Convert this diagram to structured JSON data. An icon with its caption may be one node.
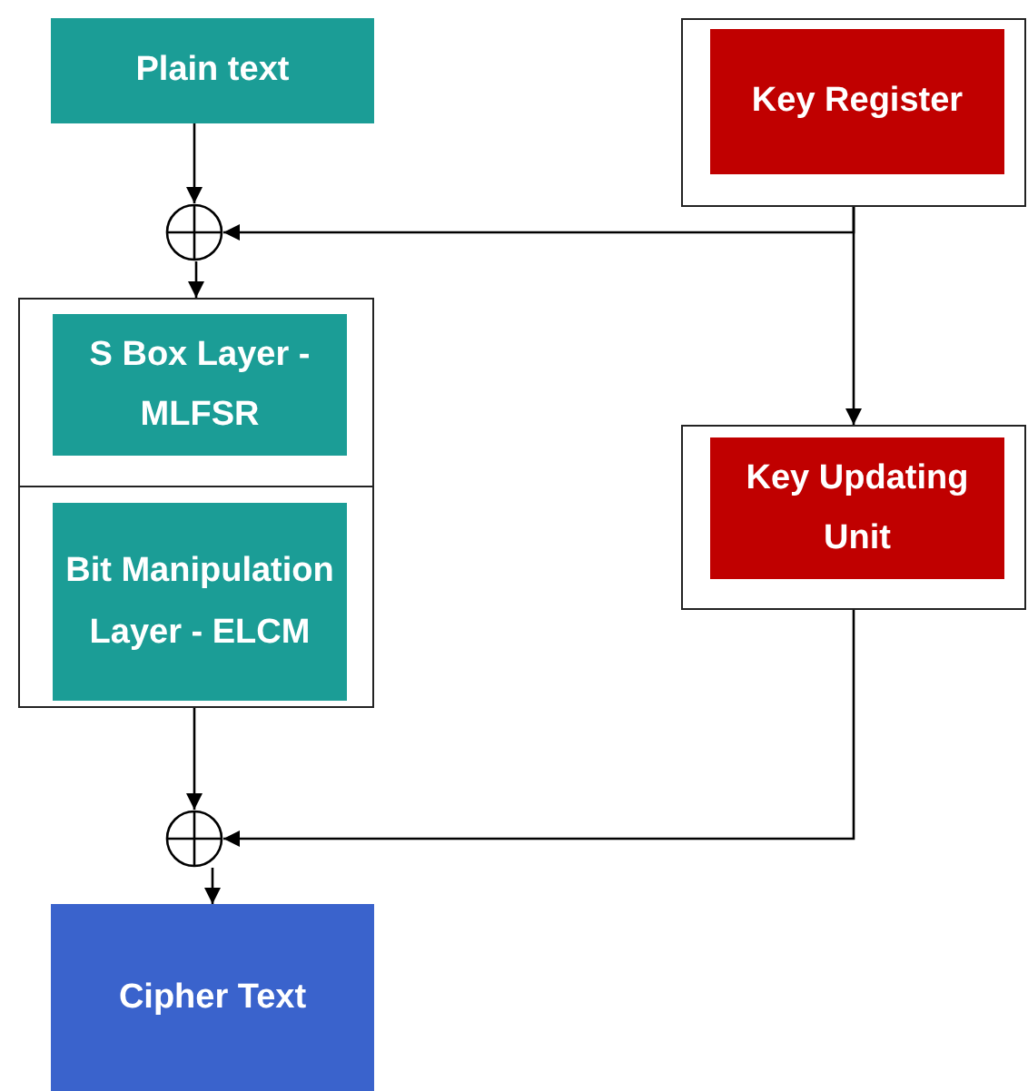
{
  "diagram": {
    "nodes": [
      {
        "text": [
          "Plain text"
        ]
      },
      {
        "text": [],
        "shape": "box"
      },
      {
        "text": [
          "Key Register"
        ],
        "in": 1
      },
      {
        "text": [],
        "shape": "circle"
      },
      {
        "text": [],
        "shape": "box"
      },
      {
        "text": [
          "S Box Layer - MLFSR"
        ],
        "in": 4
      },
      {
        "text": [
          "Bit Manipulation Layer - ELCM"
        ],
        "in": 4
      },
      {
        "text": [],
        "shape": "box"
      },
      {
        "text": [
          "Key Updating Unit"
        ],
        "in": 7
      },
      {
        "text": [],
        "shape": "circle"
      },
      {
        "text": [
          "Cipher Text"
        ]
      }
    ],
    "edges": [
      {
        "from": 0,
        "to": 3,
        "arrow": "to"
      },
      {
        "from": 1,
        "to": 3,
        "arrow": "to"
      },
      {
        "from": 1,
        "to": 7,
        "arrow": "to"
      },
      {
        "from": 3,
        "to": 4,
        "arrow": "to"
      },
      {
        "from": 4,
        "to": 9,
        "arrow": "to"
      },
      {
        "from": 7,
        "to": 9,
        "arrow": "to"
      },
      {
        "from": 9,
        "to": 10,
        "arrow": "to"
      }
    ]
  }
}
